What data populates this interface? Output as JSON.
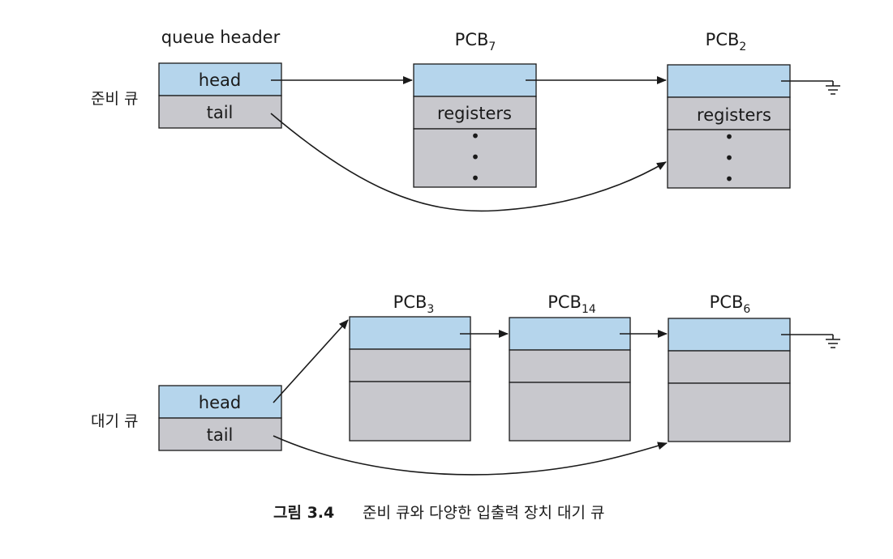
{
  "ready_queue": {
    "label": "준비 큐",
    "header_title": "queue header",
    "head_label": "head",
    "tail_label": "tail",
    "pcbs": [
      {
        "name": "PCB",
        "sub": "7",
        "field": "registers",
        "ellipsis": [
          "•",
          "•",
          "•"
        ]
      },
      {
        "name": "PCB",
        "sub": "2",
        "field": "registers",
        "ellipsis": [
          "•",
          "•",
          "•"
        ]
      }
    ]
  },
  "device_queue": {
    "label": "대기 큐",
    "head_label": "head",
    "tail_label": "tail",
    "pcbs": [
      {
        "name": "PCB",
        "sub": "3"
      },
      {
        "name": "PCB",
        "sub": "14"
      },
      {
        "name": "PCB",
        "sub": "6"
      }
    ]
  },
  "caption": {
    "number": "그림 3.4",
    "text": "준비 큐와 다양한 입출력 장치 대기 큐"
  }
}
